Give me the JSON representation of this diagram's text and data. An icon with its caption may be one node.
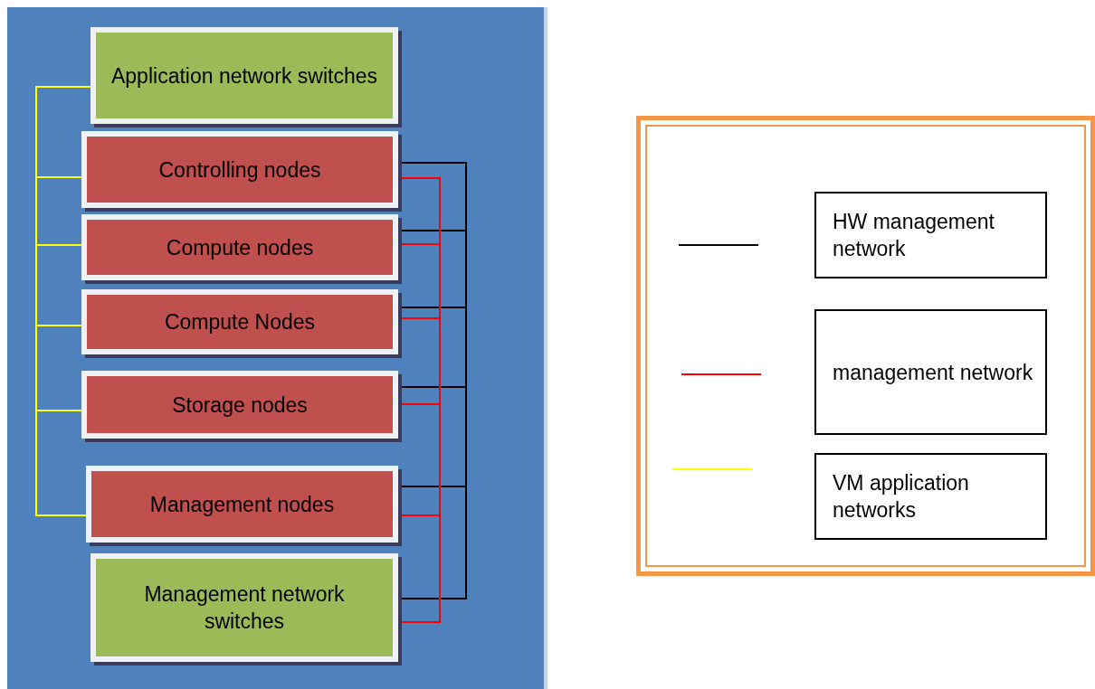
{
  "diagram": {
    "nodes": [
      {
        "text": [
          "Application network switches"
        ]
      },
      {
        "text": [
          "Controlling nodes"
        ]
      },
      {
        "text": [
          "Compute nodes"
        ]
      },
      {
        "text": [
          "Compute Nodes"
        ]
      },
      {
        "text": [
          "Storage nodes"
        ]
      },
      {
        "text": [
          "Management nodes"
        ]
      },
      {
        "text": [
          "Management network switches"
        ]
      }
    ],
    "edges": [
      {
        "from": 0,
        "to": 1,
        "arrow": "none",
        "color": "#ffff00"
      },
      {
        "from": 0,
        "to": 2,
        "arrow": "none",
        "color": "#ffff00"
      },
      {
        "from": 0,
        "to": 3,
        "arrow": "none",
        "color": "#ffff00"
      },
      {
        "from": 0,
        "to": 4,
        "arrow": "none",
        "color": "#ffff00"
      },
      {
        "from": 0,
        "to": 5,
        "arrow": "none",
        "color": "#ffff00"
      },
      {
        "from": 6,
        "to": 1,
        "arrow": "none",
        "color": "#000000"
      },
      {
        "from": 6,
        "to": 2,
        "arrow": "none",
        "color": "#000000"
      },
      {
        "from": 6,
        "to": 3,
        "arrow": "none",
        "color": "#000000"
      },
      {
        "from": 6,
        "to": 4,
        "arrow": "none",
        "color": "#000000"
      },
      {
        "from": 6,
        "to": 5,
        "arrow": "none",
        "color": "#000000"
      },
      {
        "from": 6,
        "to": 1,
        "arrow": "none",
        "color": "#ff0000"
      },
      {
        "from": 6,
        "to": 2,
        "arrow": "none",
        "color": "#ff0000"
      },
      {
        "from": 6,
        "to": 3,
        "arrow": "none",
        "color": "#ff0000"
      },
      {
        "from": 6,
        "to": 4,
        "arrow": "none",
        "color": "#ff0000"
      },
      {
        "from": 6,
        "to": 5,
        "arrow": "none",
        "color": "#ff0000"
      }
    ],
    "legend": [
      {
        "text": "HW management network",
        "color": "#000000"
      },
      {
        "text": "management network",
        "color": "#ff0000"
      },
      {
        "text": "VM application networks",
        "color": "#ffff00"
      }
    ]
  }
}
